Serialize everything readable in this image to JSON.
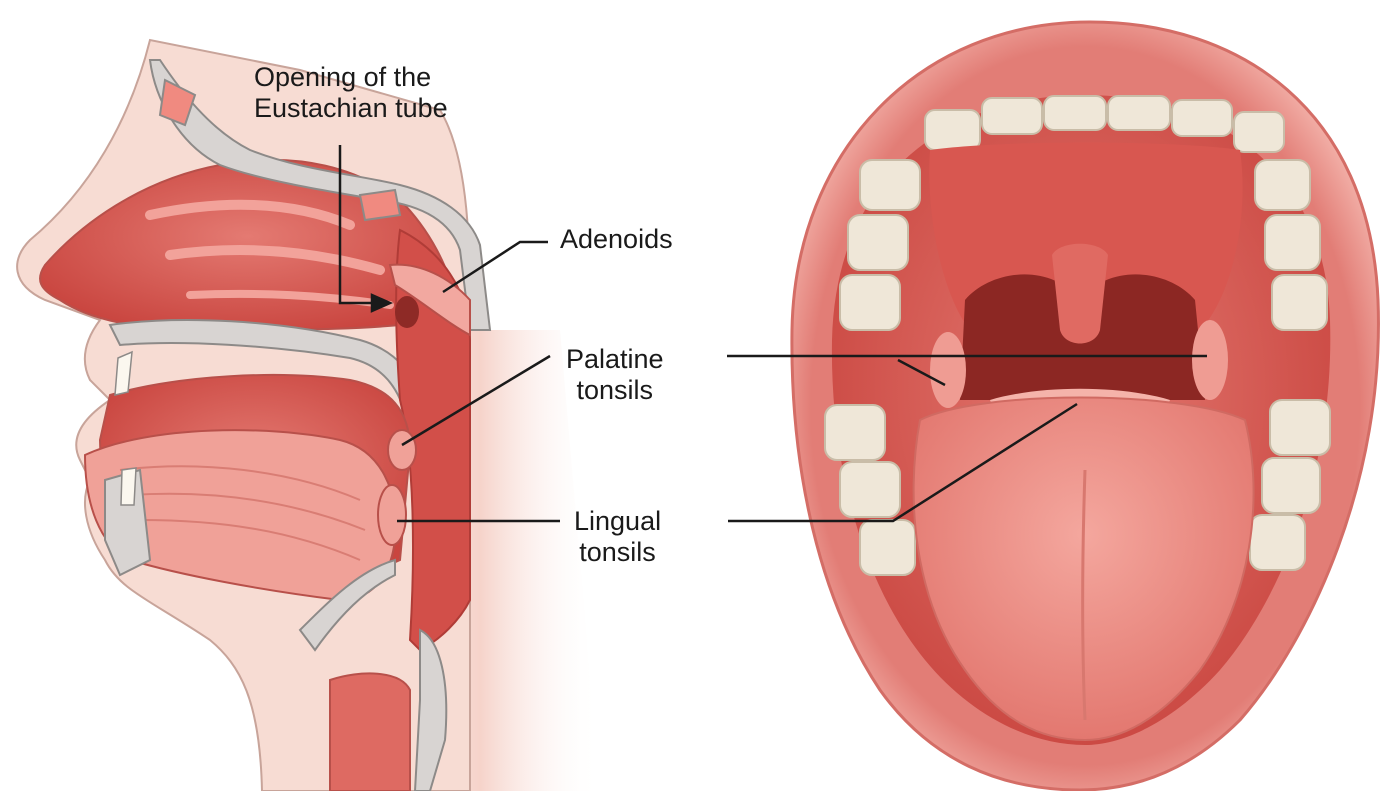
{
  "labels": {
    "eustachian": {
      "line1": "Opening of the",
      "line2": "Eustachian tube"
    },
    "adenoids": {
      "text": "Adenoids"
    },
    "palatine": {
      "line1": "Palatine",
      "line2": "tonsils"
    },
    "lingual": {
      "line1": "Lingual",
      "line2": "tonsils"
    }
  },
  "colors": {
    "tissue": "#d9605a",
    "tissue_light": "#ef9b93",
    "skin": "#f6d6cc",
    "bone": "#d3d0cf",
    "teeth": "#eee6d6",
    "leader_line": "#1a1a1a"
  }
}
